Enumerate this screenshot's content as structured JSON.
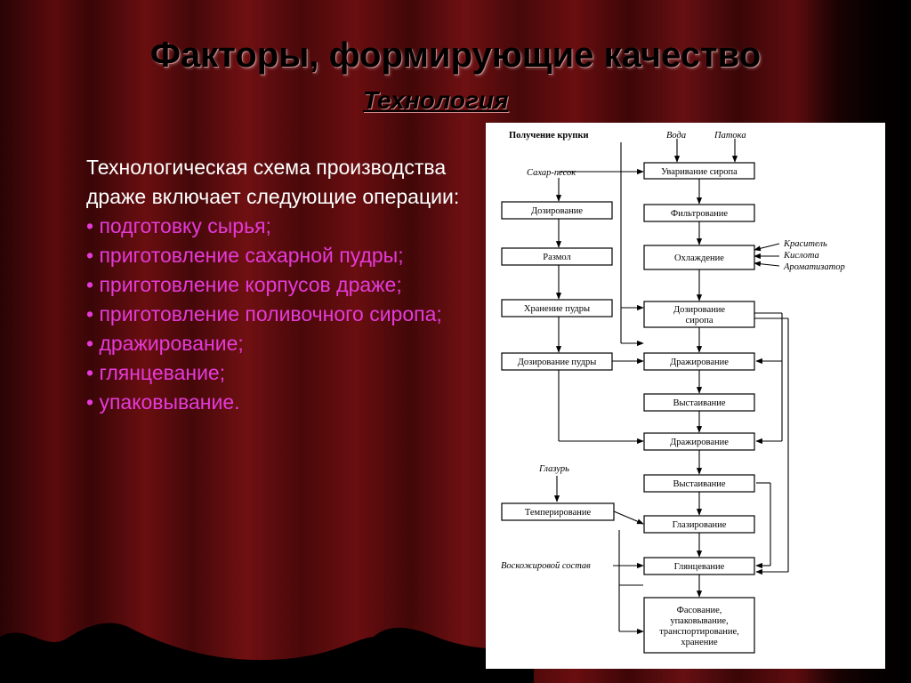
{
  "slide": {
    "title": "Факторы, формирующие качество",
    "subtitle": "Технология",
    "intro": "Технологическая схема производства драже включает следующие операции:",
    "bullets": [
      "• подготовку сырья;",
      "• приготовление сахарной пудры;",
      "• приготовление корпусов драже;",
      "• приготовление поливочного сиропа;",
      "• дражирование;",
      "• глянцевание;",
      "• упаковывание."
    ]
  },
  "diagram": {
    "heading": "Получение крупки",
    "inputs": {
      "water": "Вода",
      "molasses": "Патока",
      "sugar": "Сахар-песок",
      "dye": "Краситель",
      "acid": "Кислота",
      "flavor": "Ароматизатор",
      "glaze": "Глазурь",
      "wax": "Воскожировой состав"
    },
    "left_boxes": {
      "dosing": "Дозирование",
      "grinding": "Размол",
      "storage": "Хранение пудры",
      "powder_dosing": "Дозирование пудры",
      "tempering": "Темперирование"
    },
    "right_boxes": {
      "boiling": "Уваривание сиропа",
      "filtering": "Фильтрование",
      "cooling": "Охлаждение",
      "syrup_dosing_1": "Дозирование",
      "syrup_dosing_2": "сиропа",
      "dragee_1": "Дражирование",
      "standing_1": "Выстаивание",
      "dragee_2": "Дражирование",
      "standing_2": "Выстаивание",
      "glazing": "Глазирование",
      "polishing": "Глянцевание",
      "final_1": "Фасование,",
      "final_2": "упаковывание,",
      "final_3": "транспортирование,",
      "final_4": "хранение"
    }
  }
}
